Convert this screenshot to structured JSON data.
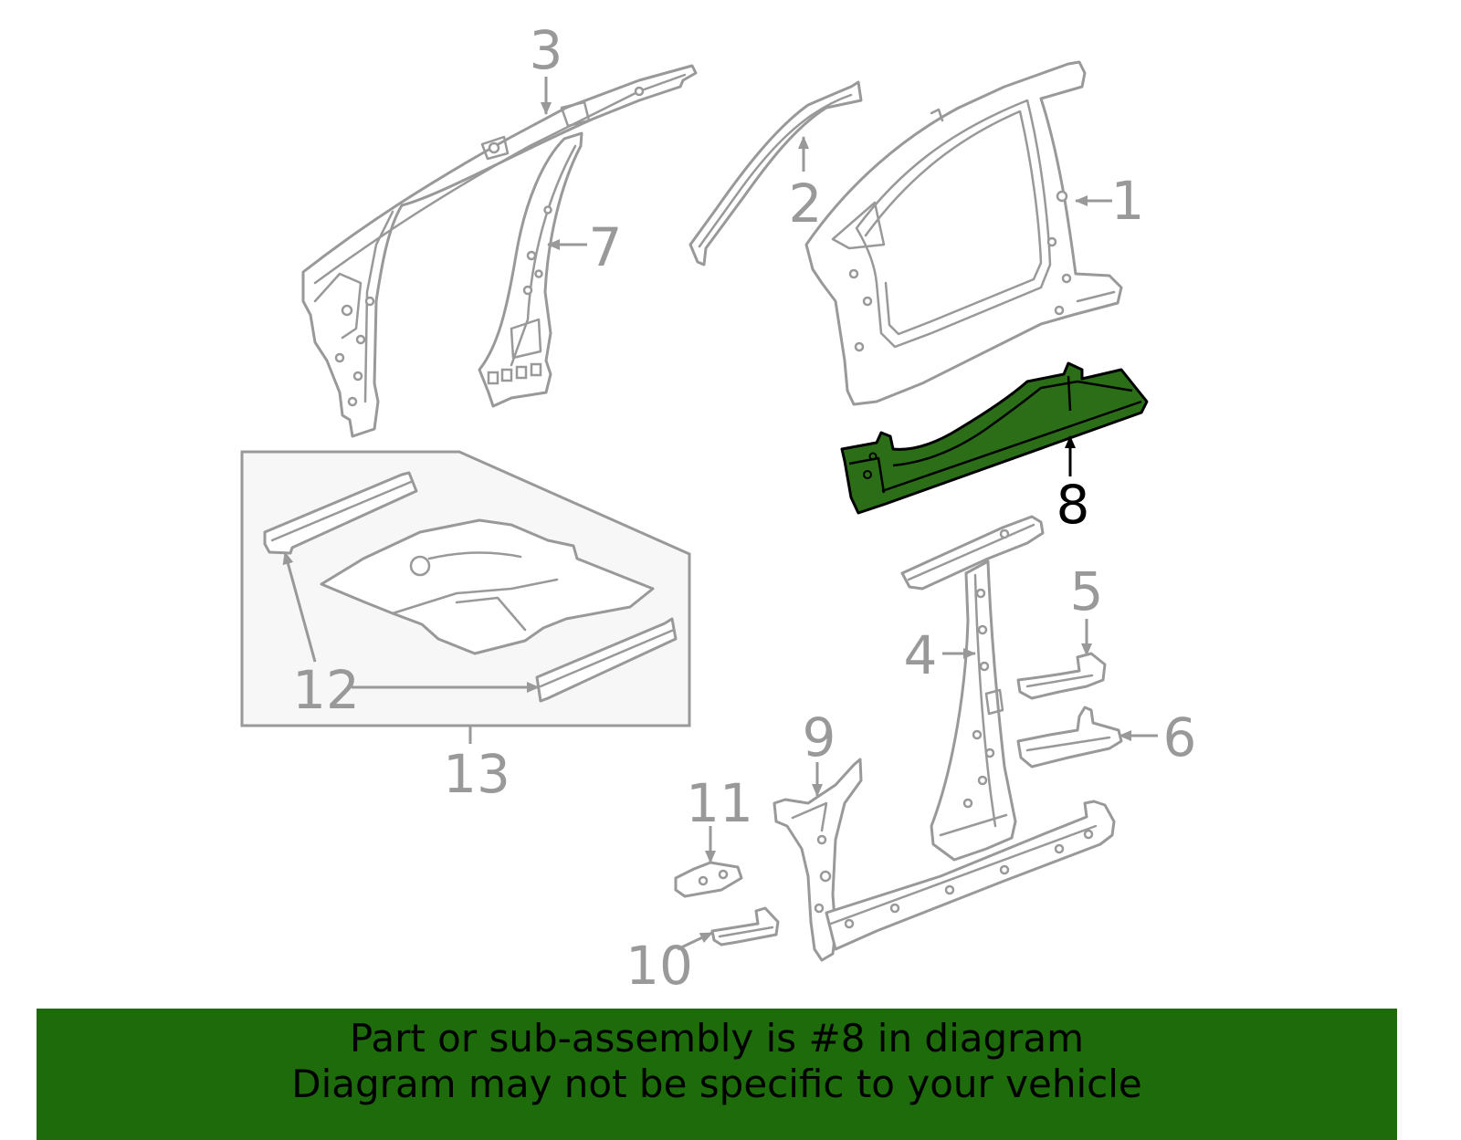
{
  "callouts": [
    "1",
    "2",
    "3",
    "4",
    "5",
    "6",
    "7",
    "8",
    "9",
    "10",
    "11",
    "12",
    "13"
  ],
  "banner": {
    "line1": "Part or sub-assembly is #8 in diagram",
    "line2": "Diagram may not be specific to your vehicle"
  },
  "colors": {
    "outline": "#999999",
    "highlight_fill": "#2b6e17",
    "highlight_stroke": "#000000",
    "highlight_label": "#000000",
    "banner": "#1d6b0b",
    "inset": "#f7f7f7"
  }
}
